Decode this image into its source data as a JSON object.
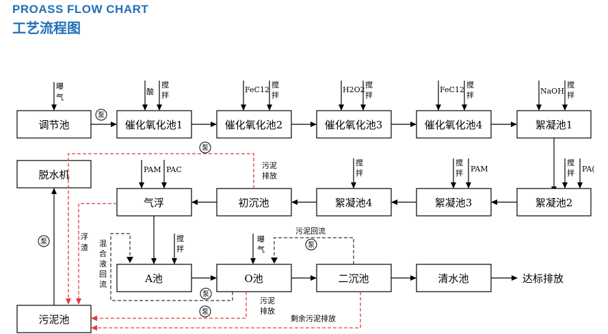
{
  "header": {
    "title_en": "PROASS FLOW CHART",
    "title_cn": "工艺流程图"
  },
  "boxes": {
    "tiaojie": "调节池",
    "cuihua1": "催化氧化池1",
    "cuihua2": "催化氧化池2",
    "cuihua3": "催化氧化池3",
    "cuihua4": "催化氧化池4",
    "xuning1": "絮凝池1",
    "tuoshuiji": "脱水机",
    "qifu": "气浮",
    "chuchen": "初沉池",
    "xuning4": "絮凝池4",
    "xuning3": "絮凝池3",
    "xuning2": "絮凝池2",
    "achi": "A池",
    "ochi": "O池",
    "erchen": "二沉池",
    "qingshui": "清水池",
    "wuni": "污泥池"
  },
  "outputs": {
    "dabiao": "达标排放"
  },
  "inputs": {
    "puqi": "曝气",
    "suan": "酸",
    "jiaoban": "搅拌",
    "fecl2": "FeC12",
    "h2o2": "H2O2",
    "naoh": "NaOH",
    "pam": "PAM",
    "pac": "PAC",
    "pac_cut": "PA("
  },
  "labels": {
    "pump": "泵",
    "wuni_paifang": "污泥排放",
    "wuni_huiliu": "污泥回流",
    "fuzha": "浮渣",
    "hunhe_huiliu": "混合液回流",
    "shengyu_paifang": "剩余污泥排放"
  },
  "colors": {
    "title": "#1f6fb5",
    "sludge_line": "#e8393a"
  }
}
